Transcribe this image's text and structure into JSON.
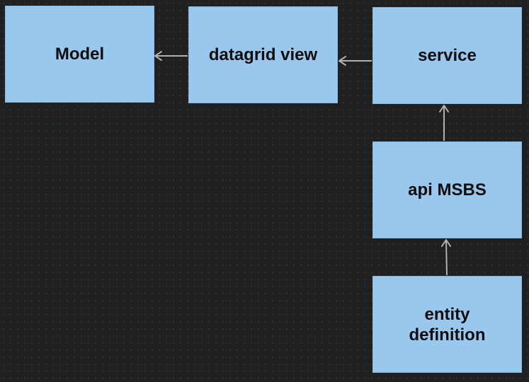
{
  "colors": {
    "background": "#202020",
    "node_fill": "#99c8ee",
    "node_text": "#0d0d0d",
    "connector": "#b0b0b0"
  },
  "nodes": {
    "model": {
      "label": "Model"
    },
    "datagrid_view": {
      "label": "datagrid view"
    },
    "service": {
      "label": "service"
    },
    "api_msbs": {
      "label": "api MSBS"
    },
    "entity_definition": {
      "label": "entity\ndefinition"
    }
  },
  "edges": [
    {
      "from": "datagrid_view",
      "to": "model"
    },
    {
      "from": "service",
      "to": "datagrid_view"
    },
    {
      "from": "api_msbs",
      "to": "service"
    },
    {
      "from": "entity_definition",
      "to": "api_msbs"
    }
  ]
}
